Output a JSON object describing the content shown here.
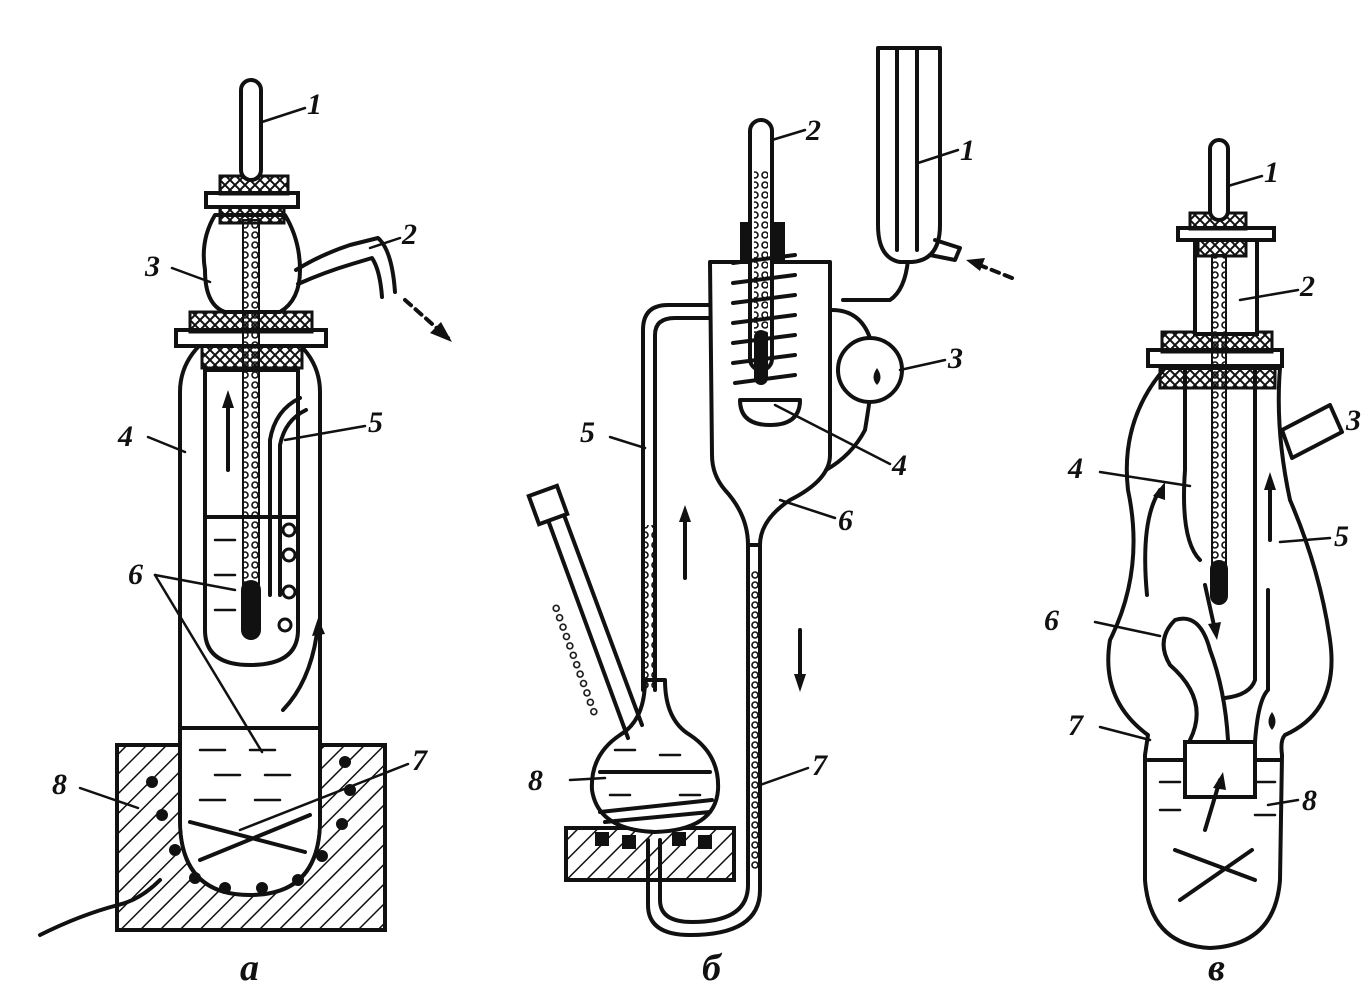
{
  "colors": {
    "ink": "#111111",
    "paper": "#ffffff"
  },
  "panels": [
    {
      "caption": "а",
      "labels": [
        "1",
        "2",
        "3",
        "4",
        "5",
        "6",
        "7",
        "8"
      ]
    },
    {
      "caption": "б",
      "labels": [
        "1",
        "2",
        "3",
        "4",
        "5",
        "6",
        "7",
        "8"
      ]
    },
    {
      "caption": "в",
      "labels": [
        "1",
        "2",
        "3",
        "4",
        "5",
        "6",
        "7",
        "8"
      ]
    }
  ]
}
